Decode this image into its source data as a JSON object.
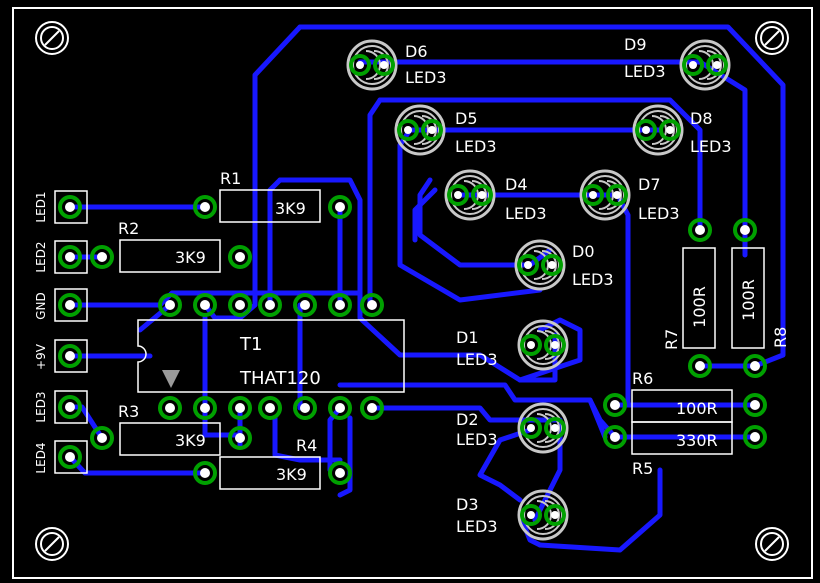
{
  "colors": {
    "background": "#000000",
    "outline": "#ffffff",
    "trace": "#1818ff",
    "pad_ring": "#00a000",
    "pad_hole": "#ffffff",
    "silk": "#ffffff",
    "led_body": "#c8c8c8",
    "marker": "#9a9a9a"
  },
  "connectors": [
    {
      "id": "con-led1",
      "label": "LED1"
    },
    {
      "id": "con-led2",
      "label": "LED2"
    },
    {
      "id": "con-gnd",
      "label": "GND"
    },
    {
      "id": "con-9v",
      "label": "+9V"
    },
    {
      "id": "con-led3",
      "label": "LED3"
    },
    {
      "id": "con-led4",
      "label": "LED4"
    }
  ],
  "resistors": [
    {
      "id": "r1",
      "ref": "R1",
      "value": "3K9"
    },
    {
      "id": "r2",
      "ref": "R2",
      "value": "3K9"
    },
    {
      "id": "r3",
      "ref": "R3",
      "value": "3K9"
    },
    {
      "id": "r4",
      "ref": "R4",
      "value": "3K9"
    },
    {
      "id": "r5",
      "ref": "R5",
      "value": "330R"
    },
    {
      "id": "r6",
      "ref": "R6",
      "value": "100R"
    },
    {
      "id": "r7",
      "ref": "R7",
      "value": "100R"
    },
    {
      "id": "r8",
      "ref": "R8",
      "value": "100R"
    }
  ],
  "ic": {
    "ref": "T1",
    "value": "THAT120"
  },
  "leds": [
    {
      "id": "d0",
      "ref": "D0",
      "value": "LED3"
    },
    {
      "id": "d1",
      "ref": "D1",
      "value": "LED3"
    },
    {
      "id": "d2",
      "ref": "D2",
      "value": "LED3"
    },
    {
      "id": "d3",
      "ref": "D3",
      "value": "LED3"
    },
    {
      "id": "d4",
      "ref": "D4",
      "value": "LED3"
    },
    {
      "id": "d5",
      "ref": "D5",
      "value": "LED3"
    },
    {
      "id": "d6",
      "ref": "D6",
      "value": "LED3"
    },
    {
      "id": "d7",
      "ref": "D7",
      "value": "LED3"
    },
    {
      "id": "d8",
      "ref": "D8",
      "value": "LED3"
    },
    {
      "id": "d9",
      "ref": "D9",
      "value": "LED3"
    }
  ],
  "mounting_holes": [
    {
      "id": "hole-top-left",
      "icon": "mounting-hole-icon"
    },
    {
      "id": "hole-top-right",
      "icon": "mounting-hole-icon"
    },
    {
      "id": "hole-bottom-left",
      "icon": "mounting-hole-icon"
    },
    {
      "id": "hole-bottom-right",
      "icon": "mounting-hole-icon"
    }
  ]
}
